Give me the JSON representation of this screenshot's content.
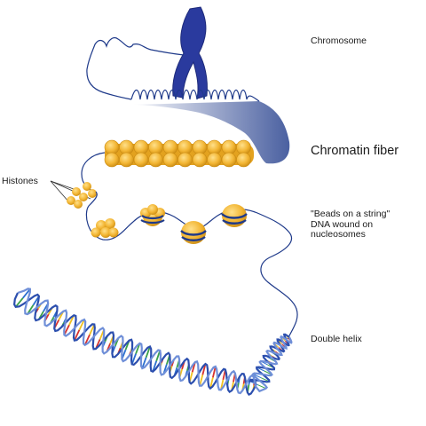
{
  "labels": {
    "chromosome": "Chromosome",
    "chromatin_fiber": "Chromatin fiber",
    "histones": "Histones",
    "beads_line1": "\"Beads on a string\"",
    "beads_line2": "DNA wound on",
    "beads_line3": "nucleosomes",
    "double_helix": "Double helix"
  },
  "colors": {
    "dna_strand": "#1f3a8a",
    "chromosome": "#2a3a9e",
    "histone": "#f2b533",
    "histone_dark": "#c98a12",
    "histone_light": "#ffe08a",
    "helix_backbone": "#2c4fae",
    "base_pairs": [
      "#d6322f",
      "#3aa14a",
      "#f0c020",
      "#2b6fd0"
    ]
  },
  "icons": {
    "chromosome": "x-shaped-chromosome-icon",
    "histone_cluster": "histone-octamer-icon",
    "nucleosome": "nucleosome-bead-icon"
  }
}
